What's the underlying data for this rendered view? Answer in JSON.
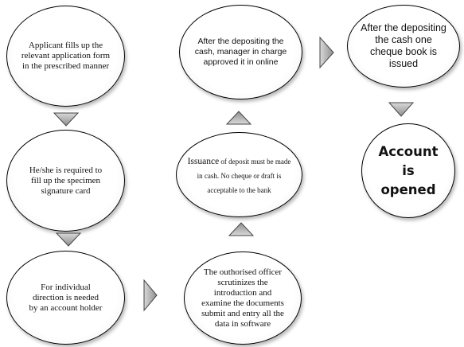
{
  "steps": {
    "step1": "Applicant fills up the relevant application form in the prescribed manner",
    "step2": "He/she is  required to fill up the specimen signature card",
    "step3": "For individual direction is needed by an account holder",
    "step4": "The  outhorised officer scrutinizes the introduction and examine the documents submit and entry all the data in software",
    "step5_lead": "Issuance",
    "step5_rest": " of deposit must be made in cash. No cheque or draft is acceptable to the bank",
    "step6": "After the depositing the cash, manager in charge approved it in online",
    "step7": "After the depositing the cash one cheque book is issued",
    "step8_line1": "Account",
    "step8_line2": "is",
    "step8_line3": "opened"
  },
  "colors": {
    "arrow_fill": "#a3a3a3",
    "arrow_light": "#d6d6d6",
    "arrow_stroke": "#444444",
    "node_border": "#000000"
  }
}
